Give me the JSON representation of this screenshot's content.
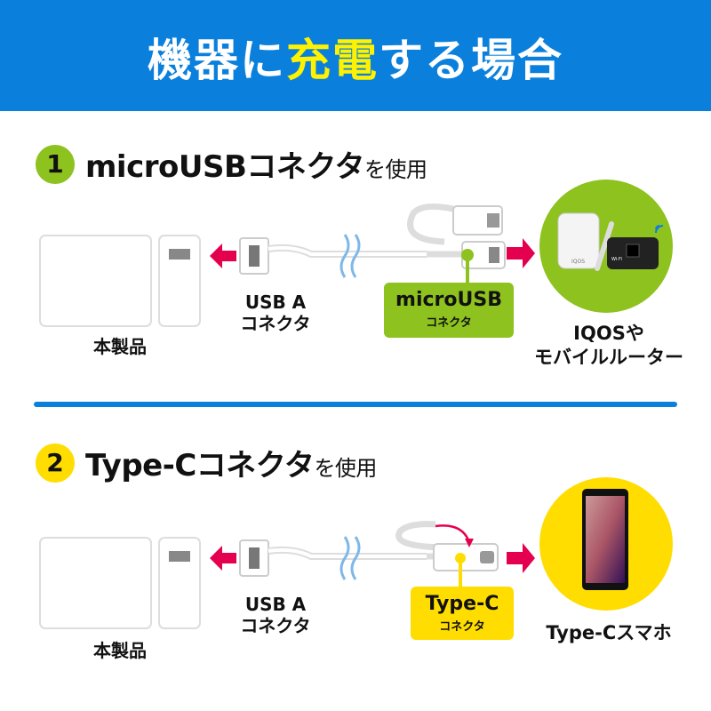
{
  "header": {
    "title_pre": "機器に",
    "title_hl": "充電",
    "title_post": "する場合"
  },
  "section1": {
    "number": "1",
    "title_main": "microUSBコネクタ",
    "title_suffix": "を使用",
    "product_label": "本製品",
    "usb_label_1": "USB A",
    "usb_label_2": "コネクタ",
    "connector_label": "microUSB",
    "connector_sub": "コネクタ",
    "device_label_1": "IQOSや",
    "device_label_2": "モバイルルーター",
    "device_texts": {
      "iqos": "IQOS",
      "wifi": "Wi-Fi"
    },
    "accent": "#8dc21f"
  },
  "section2": {
    "number": "2",
    "title_main": "Type-Cコネクタ",
    "title_suffix": "を使用",
    "product_label": "本製品",
    "usb_label_1": "USB A",
    "usb_label_2": "コネクタ",
    "connector_label": "Type-C",
    "connector_sub": "コネクタ",
    "device_label": "Type-Cスマホ",
    "accent": "#ffdd00"
  },
  "colors": {
    "header": "#0a80dc",
    "highlight": "#fff200",
    "arrow": "#e5004f"
  }
}
